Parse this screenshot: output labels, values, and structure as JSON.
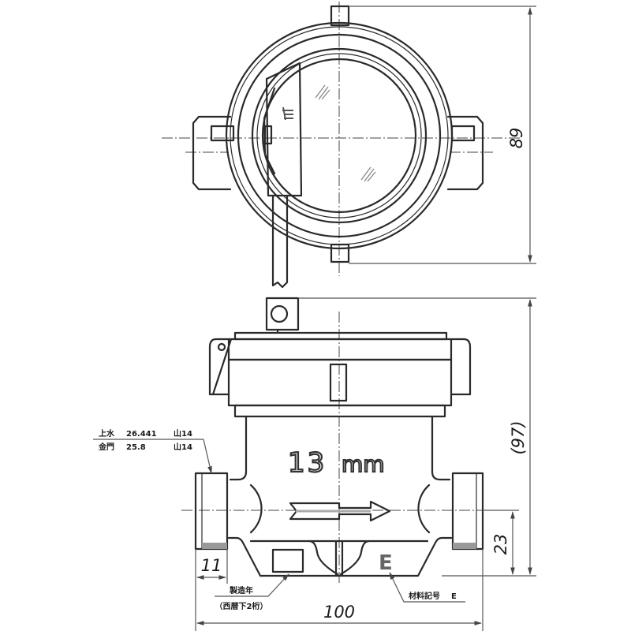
{
  "drawing": {
    "subject": "Water meter 13mm — top view and front view",
    "top_view": {
      "height_dimension": "89"
    },
    "front_view": {
      "size_stamp_number": "13",
      "size_stamp_unit": "mm",
      "material_mark": "E",
      "overall_height_dimension": "(97)",
      "pipe_center_height_dimension": "23",
      "thread_length_dimension": "11",
      "overall_width_dimension": "100"
    },
    "thread_spec": {
      "row1": {
        "label": "上水",
        "value": "26.441",
        "pitch": "山14"
      },
      "row2": {
        "label": "金門",
        "value": "25.8",
        "pitch": "山14"
      }
    },
    "callouts": {
      "manufacture_year_label": "製造年",
      "manufacture_year_note": "（西暦下2桁）",
      "material_code_label": "材料記号",
      "material_code_value": "E"
    }
  },
  "colors": {
    "line": "#2a2a2a",
    "background": "#ffffff",
    "dimension_line": "#555555"
  }
}
